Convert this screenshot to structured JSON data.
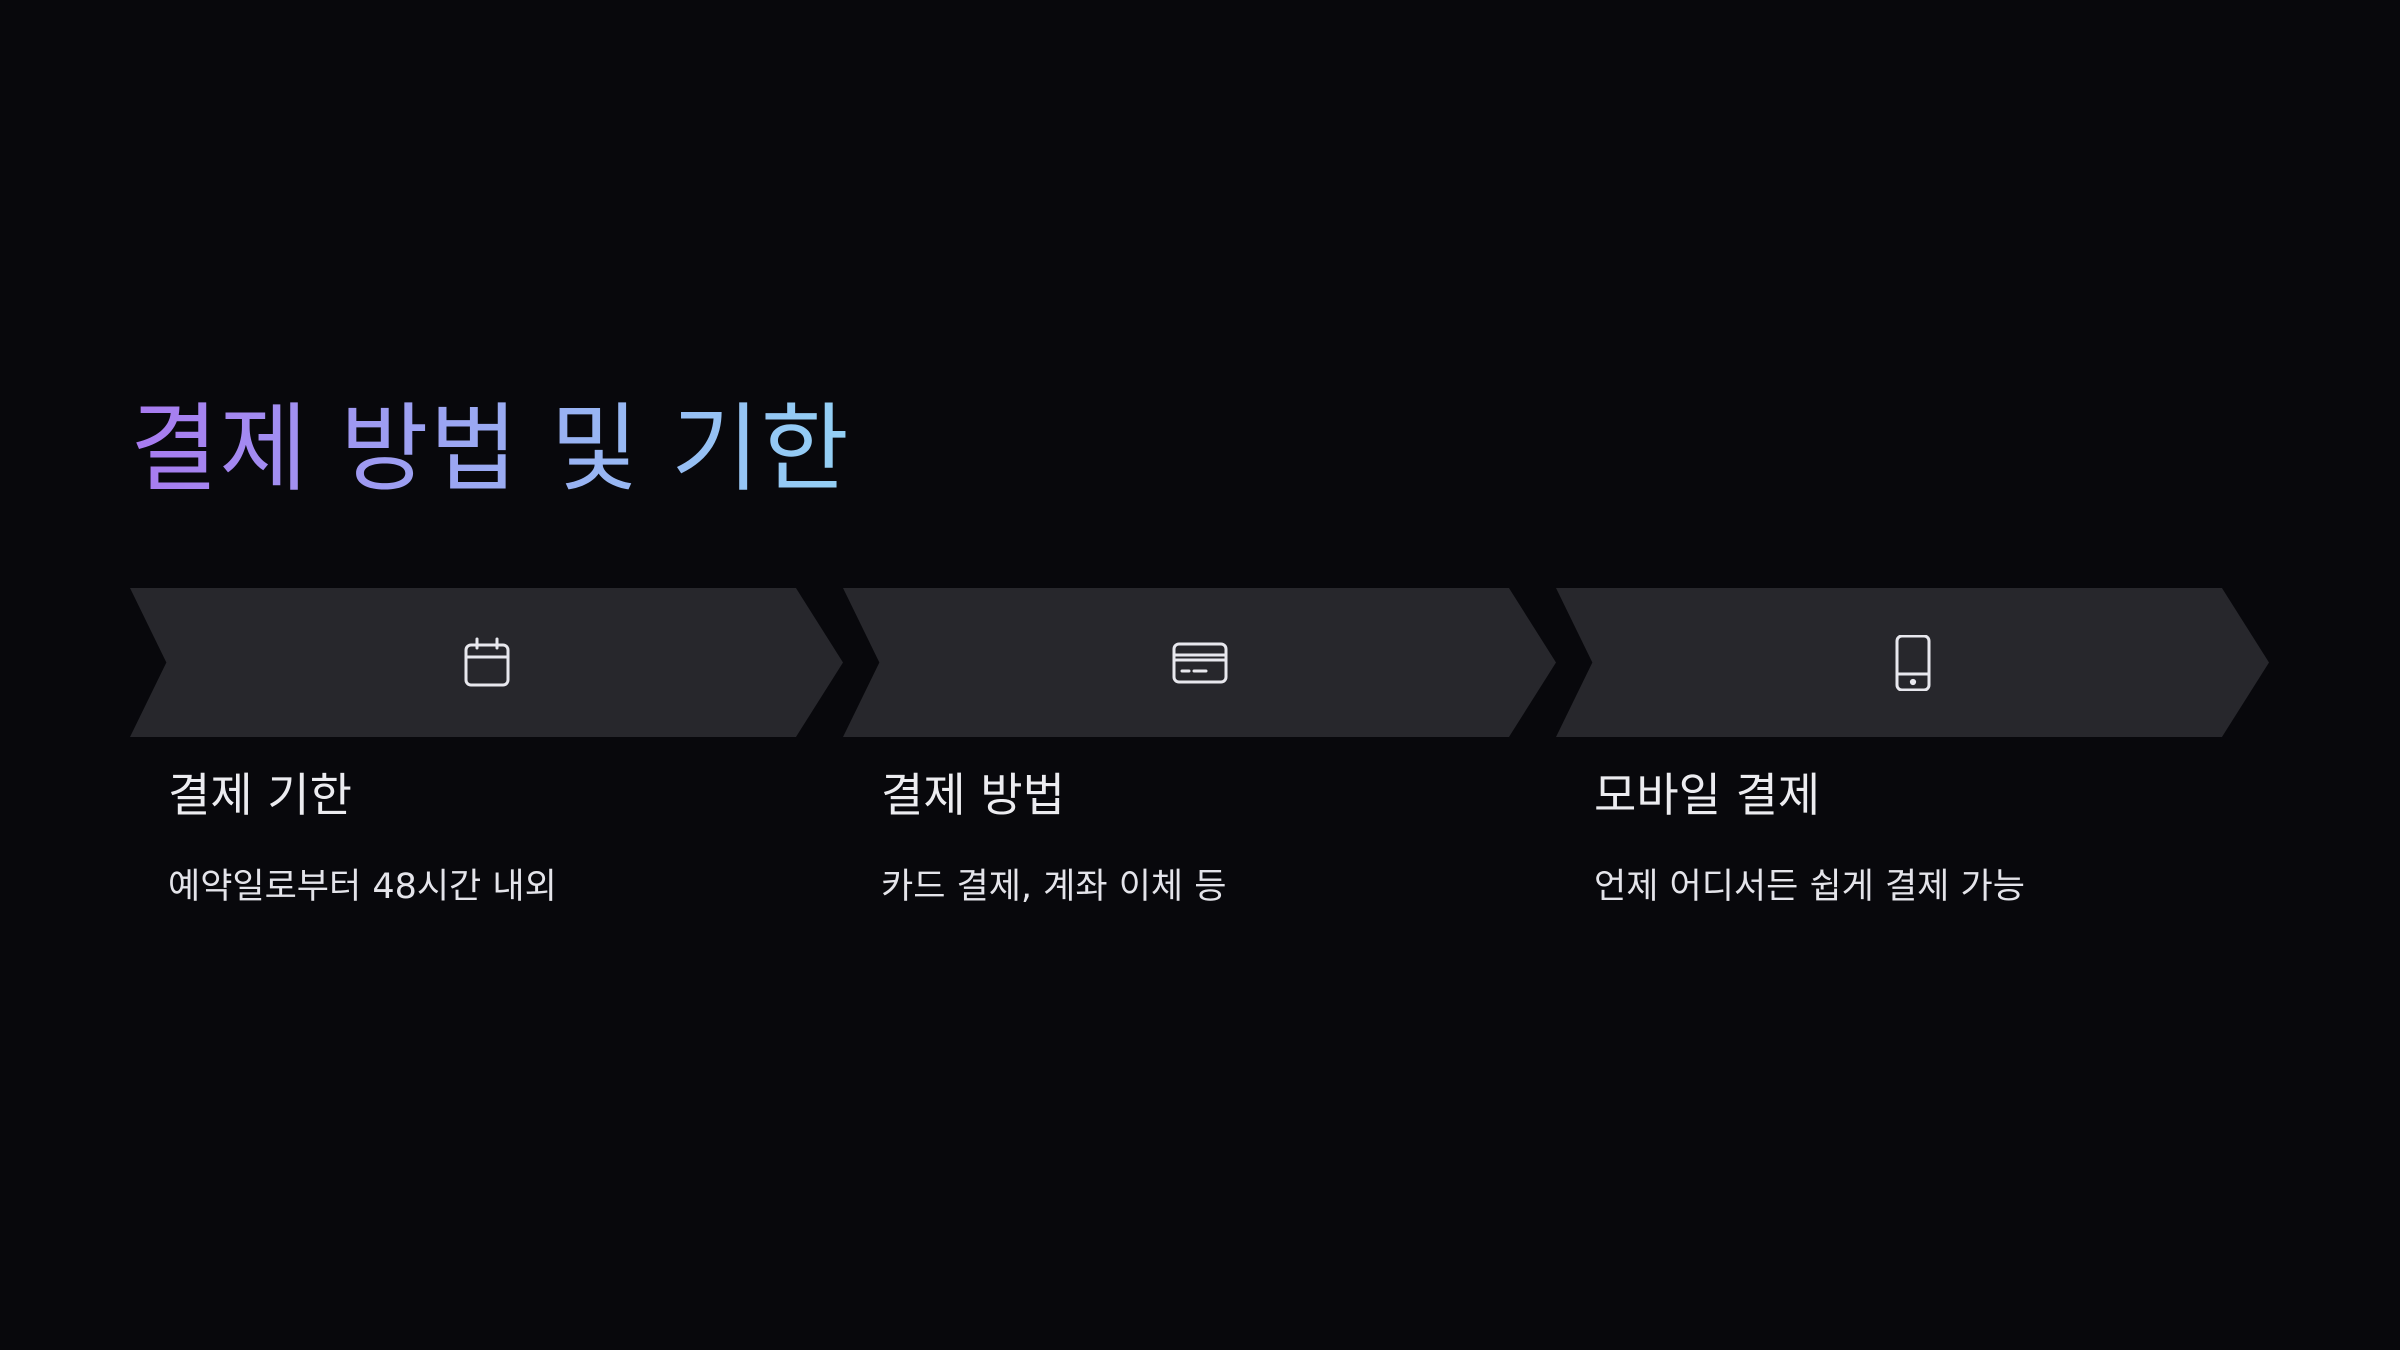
{
  "title": "결제 방법 및 기한",
  "steps": [
    {
      "icon": "calendar-icon",
      "title": "결제 기한",
      "description": "예약일로부터 48시간 내외"
    },
    {
      "icon": "credit-card-icon",
      "title": "결제 방법",
      "description": "카드 결제, 계좌 이체 등"
    },
    {
      "icon": "smartphone-icon",
      "title": "모바일 결제",
      "description": "언제 어디서든 쉽게 결제 가능"
    }
  ],
  "colors": {
    "background": "#08080c",
    "chevron": "#27272c",
    "title_gradient_start": "#a87af0",
    "title_gradient_end": "#93d0f5",
    "text": "#ececf0"
  }
}
